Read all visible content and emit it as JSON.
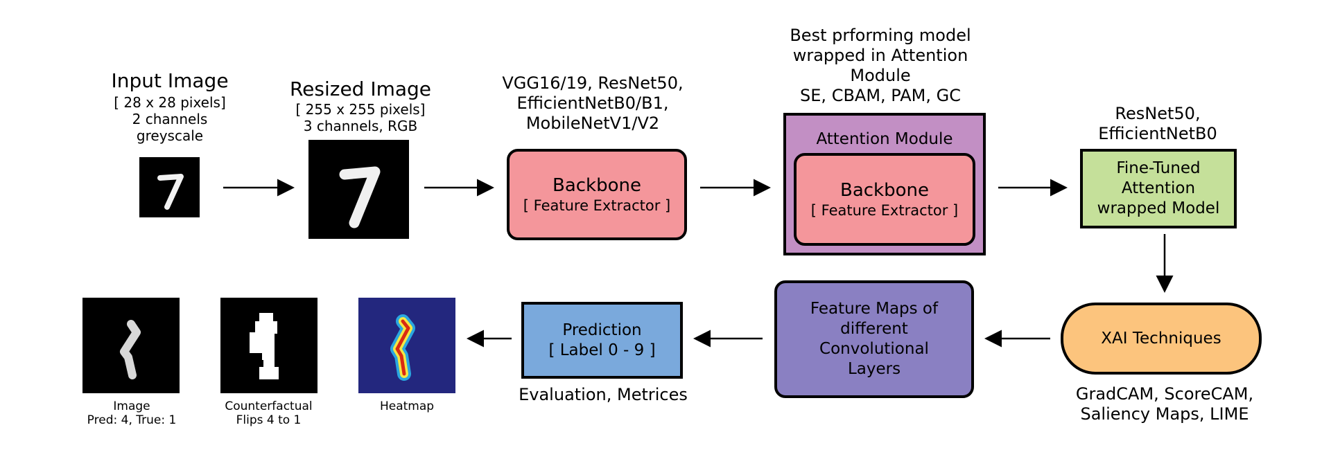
{
  "input": {
    "title": "Input Image",
    "details": "[ 28 x 28 pixels]\n2 channels\ngreyscale"
  },
  "resized": {
    "title": "Resized Image",
    "details": "[ 255 x 255 pixels]\n3 channels, RGB"
  },
  "backbone_models": "VGG16/19, ResNet50,\nEfficientNetB0/B1,\nMobileNetV1/V2",
  "backbone": {
    "title": "Backbone",
    "subtitle": "[ Feature Extractor ]"
  },
  "attention_note": "Best prforming model\nwrapped in Attention\nModule\nSE, CBAM, PAM, GC",
  "attention_module": {
    "title": "Attention Module",
    "inner_title": "Backbone",
    "inner_subtitle": "[ Feature Extractor ]"
  },
  "finetuned_models": "ResNet50,\nEfficientNetB0",
  "finetuned_box": "Fine-Tuned\nAttention\nwrapped Model",
  "xai_box": "XAI Techniques",
  "xai_methods": "GradCAM, ScoreCAM,\nSaliency Maps, LIME",
  "feature_maps_box": "Feature Maps of\ndifferent\nConvolutional\nLayers",
  "prediction_box": "Prediction\n[ Label 0 - 9 ]",
  "evaluation_label": "Evaluation, Metrices",
  "outputs": {
    "image_caption": "Image\nPred: 4, True: 1",
    "counterfactual_caption": "Counterfactual\nFlips 4 to 1",
    "heatmap_caption": "Heatmap"
  },
  "colors": {
    "backbone": "#f4969b",
    "attention": "#c28fc4",
    "finetuned": "#c5e09a",
    "xai": "#fcc47d",
    "feature_maps": "#8a80c2",
    "prediction": "#7aa9dc",
    "heatmap_bg": "#23277e"
  }
}
